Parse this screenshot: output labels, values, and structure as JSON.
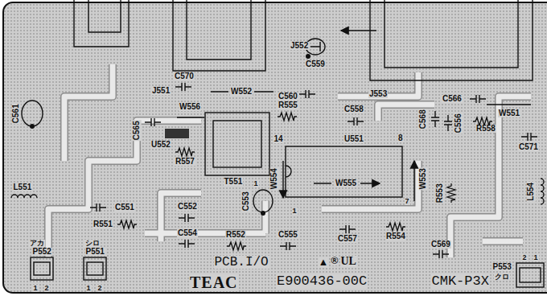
{
  "diagram": {
    "labels": [
      "J552",
      "J551",
      "J553",
      "C570",
      "W552",
      "C559",
      "C560",
      "C561",
      "W556",
      "R555",
      "C558",
      "C566",
      "W551",
      "C565",
      "U552",
      "R557",
      "T551",
      "14",
      "U551",
      "8",
      "C568",
      "C556",
      "R558",
      "C571",
      "W554",
      "W555",
      "W553",
      "R553",
      "L554",
      "L551",
      "1",
      "7",
      "1",
      "C553",
      "C551",
      "R551",
      "C552",
      "C554",
      "R552",
      "C555",
      "C557",
      "R554",
      "C569",
      "アカ",
      "P552",
      "1",
      "2",
      "シロ",
      "P551",
      "1",
      "2",
      "PCB.I/O",
      "▲",
      "®",
      "UL",
      "TEAC",
      "E900436-00C",
      "CMK-P3X",
      "P553",
      "クロ",
      "2",
      "1"
    ]
  }
}
